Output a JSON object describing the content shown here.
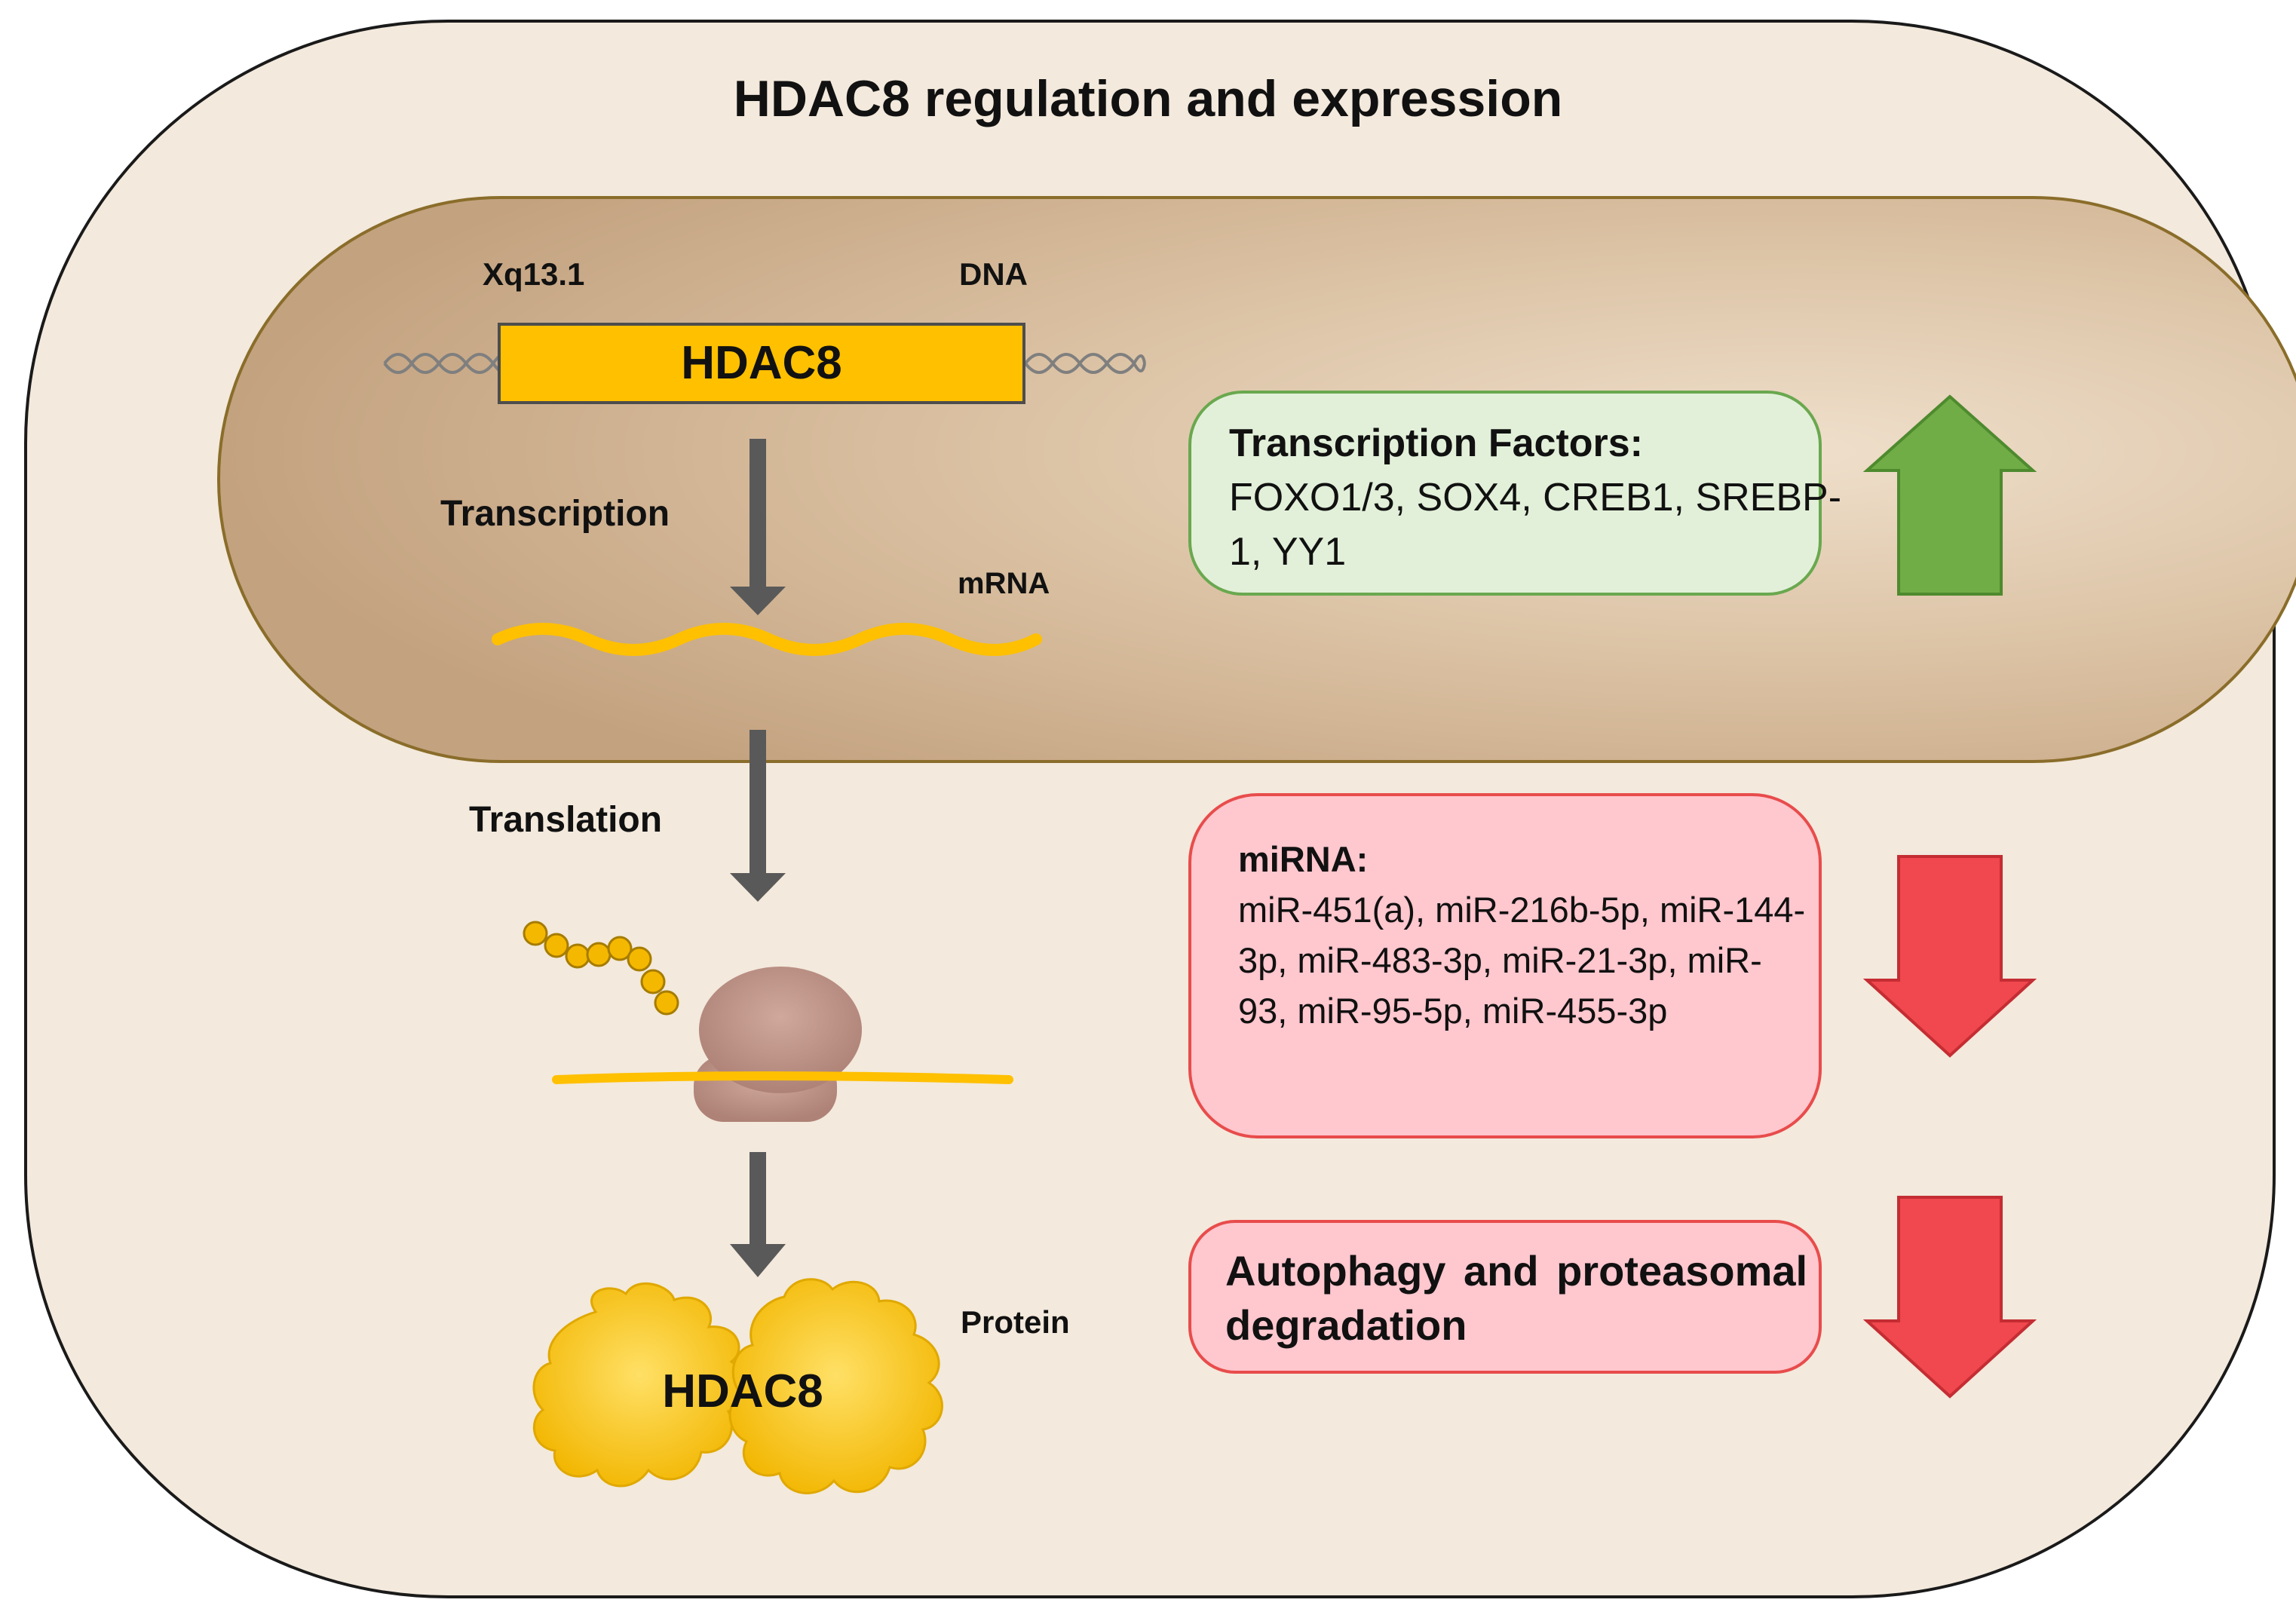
{
  "title": "HDAC8 regulation and expression",
  "labels": {
    "locus": "Xq13.1",
    "dna": "DNA",
    "gene": "HDAC8",
    "transcription": "Transcription",
    "mrna": "mRNA",
    "translation": "Translation",
    "protein": "Protein",
    "protein_name": "HDAC8"
  },
  "boxes": {
    "transcription_factors": {
      "heading": "Transcription Factors:",
      "text": "FOXO1/3, SOX4, CREB1, SREBP-1, YY1",
      "effect": "up",
      "fill": "#e2f0d9",
      "border": "#6aa84f"
    },
    "mirna": {
      "heading": "miRNA:",
      "text": "miR-451(a), miR-216b-5p, miR-144-3p, miR-483-3p, miR-21-3p, miR-93, miR-95-5p, miR-455-3p",
      "effect": "down",
      "fill": "#ffc7ce",
      "border": "#e84c4c"
    },
    "degradation": {
      "text": "Autophagy and proteasomal degradation",
      "effect": "down",
      "fill": "#ffc7ce",
      "border": "#e84c4c"
    }
  },
  "colors": {
    "cell_fill": "#f3e9dc",
    "cell_border": "#1a1a1a",
    "nucleus_fill": "#c9ab8a",
    "nucleus_border": "#8a6d2a",
    "gene_fill": "#ffc000",
    "mrna": "#ffc000",
    "process_arrow": "#595959",
    "up_arrow": "#70ad47",
    "down_arrow": "#f0484e",
    "ribosome": "#b88a7e",
    "protein": "#f9c21c"
  },
  "icons": [
    "dna-helix-icon",
    "mrna-strand-icon",
    "ribosome-icon",
    "peptide-chain-icon",
    "protein-blob-icon",
    "up-arrow-icon",
    "down-arrow-icon"
  ]
}
